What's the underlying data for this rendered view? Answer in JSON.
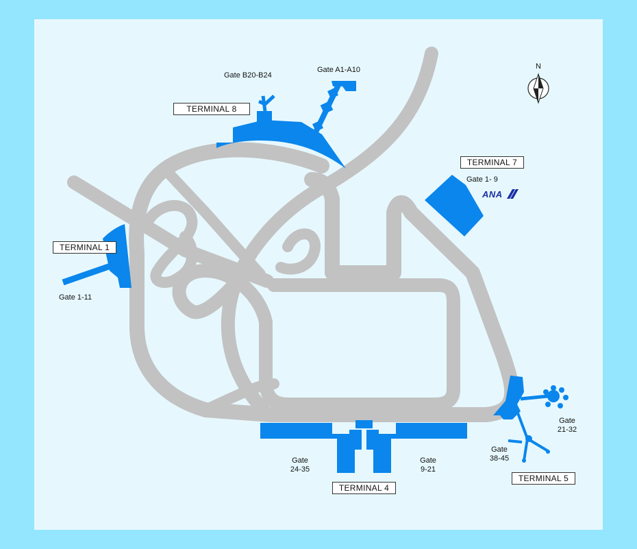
{
  "terminals": {
    "t1": "TERMINAL 1",
    "t4": "TERMINAL 4",
    "t5": "TERMINAL 5",
    "t7": "TERMINAL 7",
    "t8": "TERMINAL 8"
  },
  "gates": {
    "t1": "Gate 1-11",
    "t8_b": "Gate B20-B24",
    "t8_a": "Gate A1-A10",
    "t7": "Gate 1- 9",
    "t4_left_line1": "Gate",
    "t4_left_line2": "24-35",
    "t4_right_line1": "Gate",
    "t4_right_line2": "9-21",
    "t5_upper_line1": "Gate",
    "t5_upper_line2": "21-32",
    "t5_lower_line1": "Gate",
    "t5_lower_line2": "38-45"
  },
  "airline_logo": "ANA",
  "compass": {
    "north": "N"
  },
  "colors": {
    "background": "#93e6fd",
    "map_panel": "#e6f8fe",
    "roadway": "#c2c2c2",
    "terminal_building": "#0a86ec",
    "airline_logo": "#1b2fa3"
  }
}
